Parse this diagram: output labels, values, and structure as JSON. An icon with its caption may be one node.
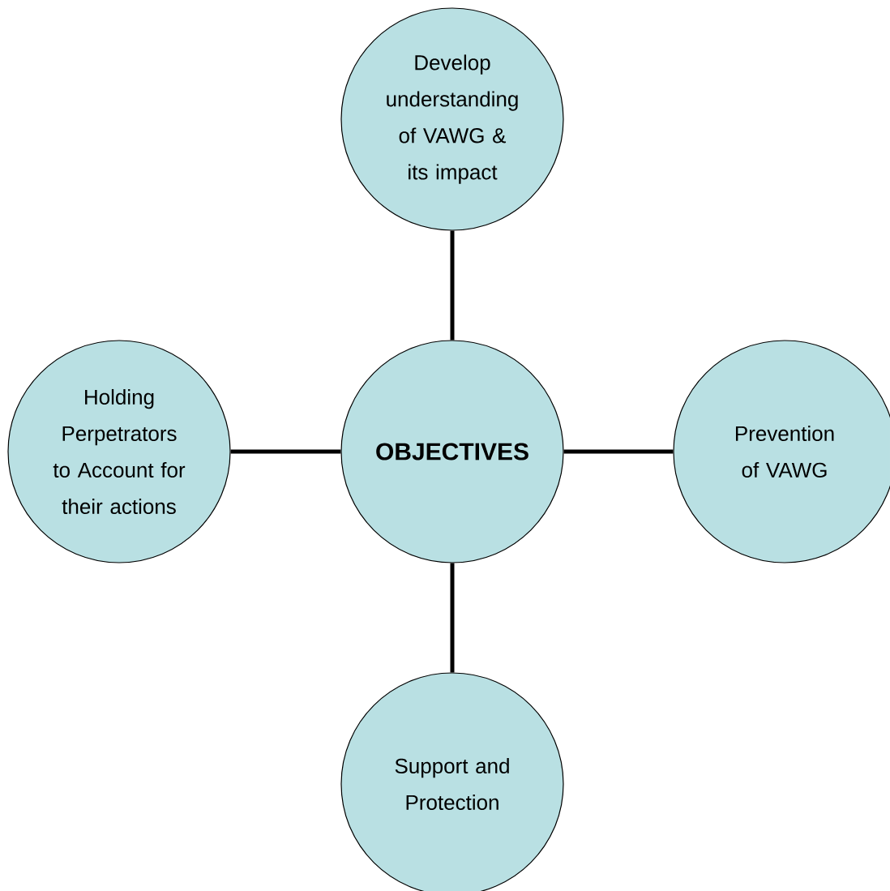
{
  "diagram": {
    "nodes": [
      {
        "text": [
          "Develop understanding of VAWG & its impact"
        ]
      },
      {
        "text": [
          "Holding Perpetrators to Account for their actions"
        ]
      },
      {
        "text": [
          "OBJECTIVES"
        ]
      },
      {
        "text": [
          "Prevention of VAWG"
        ]
      },
      {
        "text": [
          "Support and Protection"
        ]
      }
    ],
    "edges": [
      {
        "from": 2,
        "to": 0,
        "arrow": "none"
      },
      {
        "from": 2,
        "to": 1,
        "arrow": "none"
      },
      {
        "from": 2,
        "to": 3,
        "arrow": "none"
      },
      {
        "from": 2,
        "to": 4,
        "arrow": "none"
      }
    ]
  }
}
